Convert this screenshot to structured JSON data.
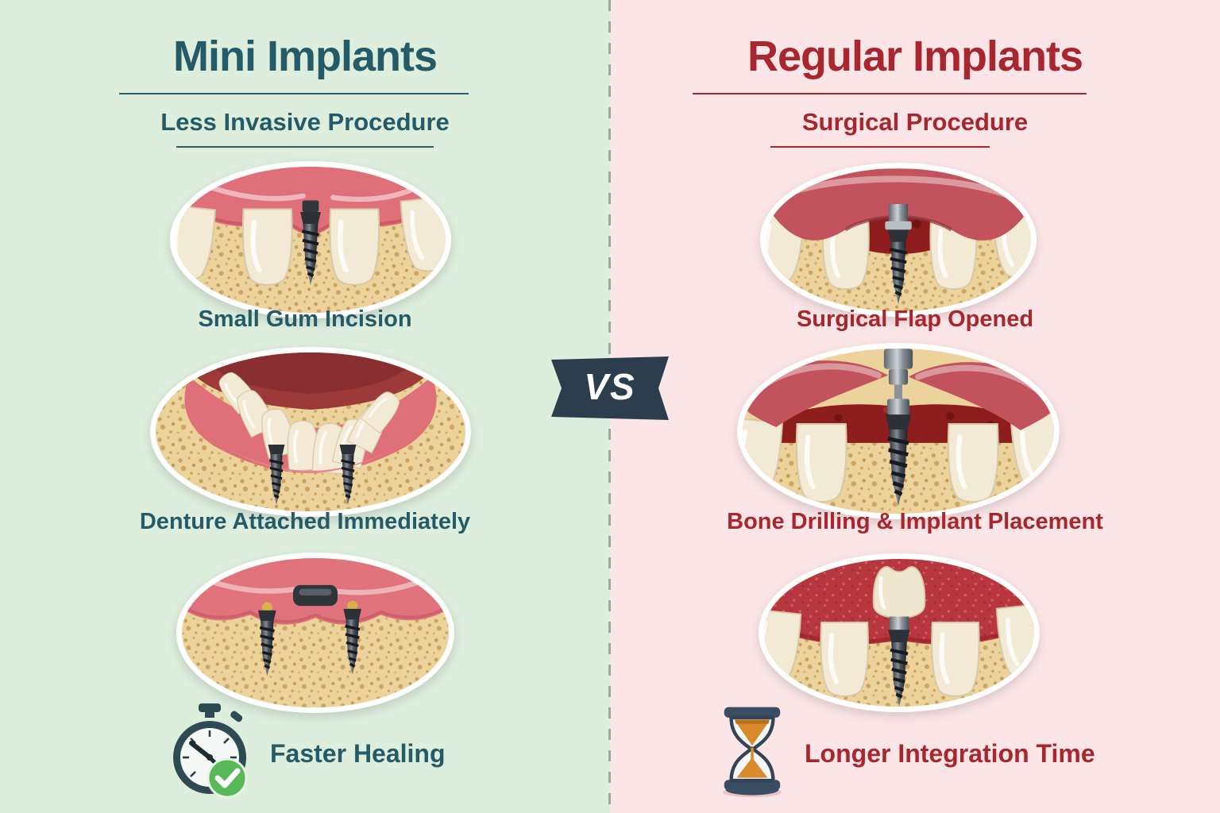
{
  "vs_badge": {
    "label": "VS",
    "background_color": "#2c3e4e",
    "text_color": "#ffffff"
  },
  "left_panel": {
    "title": "Mini Implants",
    "subtitle": "Less Invasive Procedure",
    "captions": [
      "Small Gum Incision",
      "Denture Attached Immediately"
    ],
    "benefit_label": "Faster Healing",
    "benefit_icon": "stopwatch-check-icon",
    "illustration_names": [
      "single-mini-implant-upper-gum",
      "lower-denture-on-two-mini-implants",
      "two-mini-implants-with-denture-cap"
    ],
    "accent_color": "#255b68",
    "background_color": "#ddeedd"
  },
  "right_panel": {
    "title": "Regular Implants",
    "subtitle": "Surgical Procedure",
    "captions": [
      "Surgical Flap Opened",
      "Bone Drilling & Implant Placement"
    ],
    "benefit_label": "Longer Integration Time",
    "benefit_icon": "hourglass-icon",
    "illustration_names": [
      "implant-with-surgical-flap-opened",
      "bone-drilling-implant-placement",
      "crown-on-regular-implant"
    ],
    "accent_color": "#a8262e",
    "background_color": "#fbe5e7"
  }
}
